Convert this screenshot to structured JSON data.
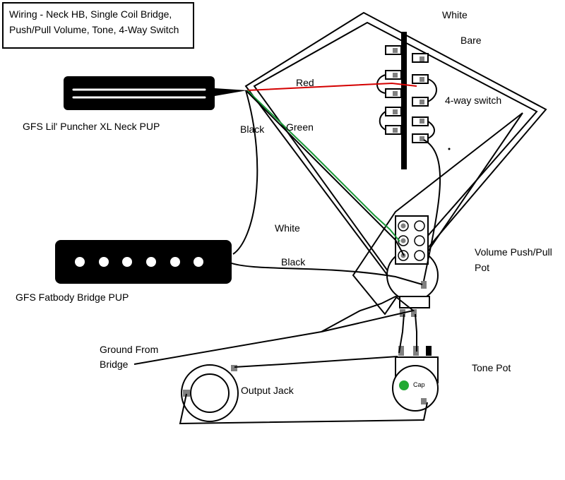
{
  "title": {
    "line1": "Wiring - Neck HB, Single Coil Bridge,",
    "line2": "Push/Pull Volume, Tone, 4-Way Switch"
  },
  "labels": {
    "neck_pickup": "GFS Lil' Puncher XL Neck PUP",
    "bridge_pickup": "GFS Fatbody Bridge PUP",
    "switch": "4-way switch",
    "volume_pot_line1": "Volume Push/Pull",
    "volume_pot_line2": "Pot",
    "tone_pot": "Tone Pot",
    "output_jack": "Output Jack",
    "ground_line1": "Ground From",
    "ground_line2": "Bridge",
    "cap": "Cap"
  },
  "wires": {
    "white_top": "White",
    "bare": "Bare",
    "red": "Red",
    "black_neck": "Black",
    "green": "Green",
    "white_bridge": "White",
    "black_bridge": "Black"
  },
  "colors": {
    "red_wire": "#d40000",
    "green_wire": "#1a9a3a",
    "lug": "#808080",
    "cap_dot": "#22aa33"
  }
}
